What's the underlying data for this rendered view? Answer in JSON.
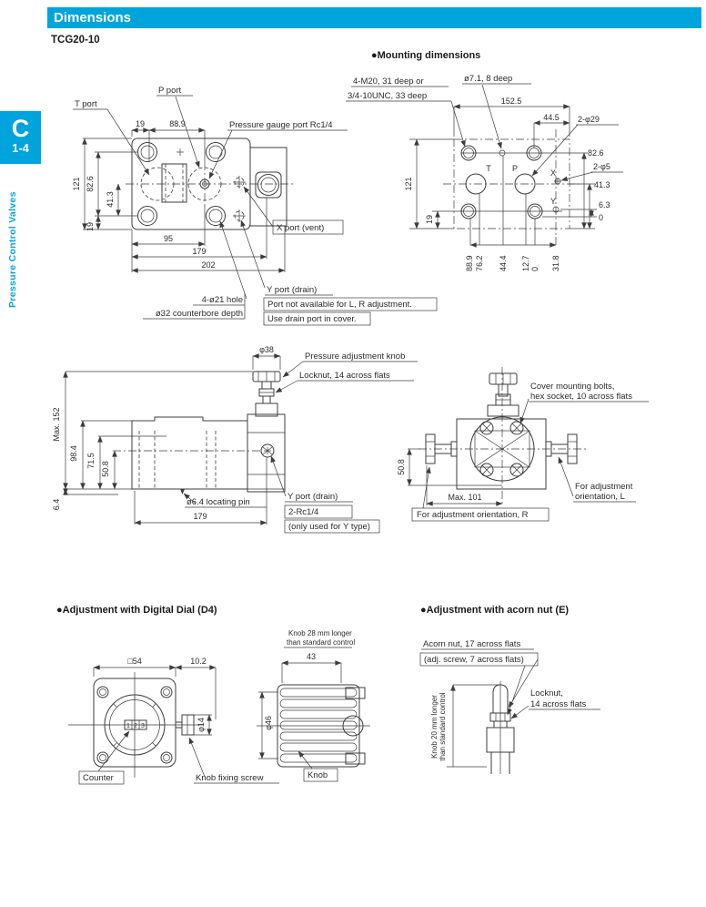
{
  "header": {
    "title": "Dimensions",
    "model": "TCG20-10"
  },
  "sidebar": {
    "tab_letter": "C",
    "tab_number": "1-4",
    "category": "Pressure Control Valves"
  },
  "colors": {
    "accent": "#00a4dd",
    "line": "#3c3c3c"
  },
  "sections": {
    "mounting": "●Mounting dimensions",
    "digital_dial": "●Adjustment with Digital Dial (D4)",
    "acorn": "●Adjustment with acorn nut (E)"
  },
  "plan": {
    "t_port": "T port",
    "p_port": "P port",
    "gauge": "Pressure gauge port Rc1/4",
    "x_port": "X port (vent)",
    "y_port": "Y port (drain)",
    "y_note1": "Port not available for L, R adjustment.",
    "y_note2": "Use drain port in cover.",
    "hole": "4-ø21 hole",
    "cbore": "ø32 counterbore depth",
    "d19t": "19",
    "d889": "88.9",
    "d121": "121",
    "d826": "82.6",
    "d413": "41.3",
    "d19b": "19",
    "d95": "95",
    "d179": "179",
    "d202": "202"
  },
  "mount": {
    "bolt1": "4-M20, 31 deep or",
    "bolt2": "3/4-10UNC, 33 deep",
    "pin": "ø7.1, 8 deep",
    "d1525": "152.5",
    "d445": "44.5",
    "d2p29": "2-φ29",
    "d826": "82.6",
    "d2p5": "2-φ5",
    "d413": "41.3",
    "d63": "6.3",
    "d0": "0",
    "d121": "121",
    "d19": "19",
    "pt": "T",
    "pp": "P",
    "px": "X",
    "py": "Y",
    "bottom": [
      "88.9",
      "76.2",
      "44.4",
      "12.7",
      "0",
      "31.8"
    ]
  },
  "side": {
    "d38": "φ38",
    "knob": "Pressure adjustment knob",
    "locknut": "Locknut, 14 across flats",
    "dmax152": "Max. 152",
    "d984": "98.4",
    "d715": "71.5",
    "d508": "50.8",
    "d64": "6.4",
    "pin": "ø6.4 locating pin",
    "d179": "179",
    "y_port": "Y port (drain)",
    "rc": "2-Rc1/4",
    "y_note": "(only used for Y type)"
  },
  "end": {
    "bolts1": "Cover mounting bolts,",
    "bolts2": "hex socket, 10 across flats",
    "d508": "50.8",
    "dmax101": "Max. 101",
    "orient_r": "For adjustment orientation, R",
    "orient_l1": "For adjustment",
    "orient_l2": "orientation, L"
  },
  "dial": {
    "d54": "□54",
    "d102": "10.2",
    "d14": "φ14",
    "counter": "Counter",
    "screw": "Knob fixing screw",
    "digits": [
      "1",
      "2",
      "3"
    ]
  },
  "knob": {
    "note1": "Knob 28 mm longer",
    "note2": "than standard control",
    "d43": "43",
    "d46": "φ46",
    "label": "Knob"
  },
  "acorn": {
    "nut": "Acorn nut, 17 across flats",
    "adj": "(adj. screw, 7 across flats)",
    "lock1": "Locknut,",
    "lock2": "14 across flats",
    "note1": "Knob 20 mm longer",
    "note2": "than standard control"
  }
}
